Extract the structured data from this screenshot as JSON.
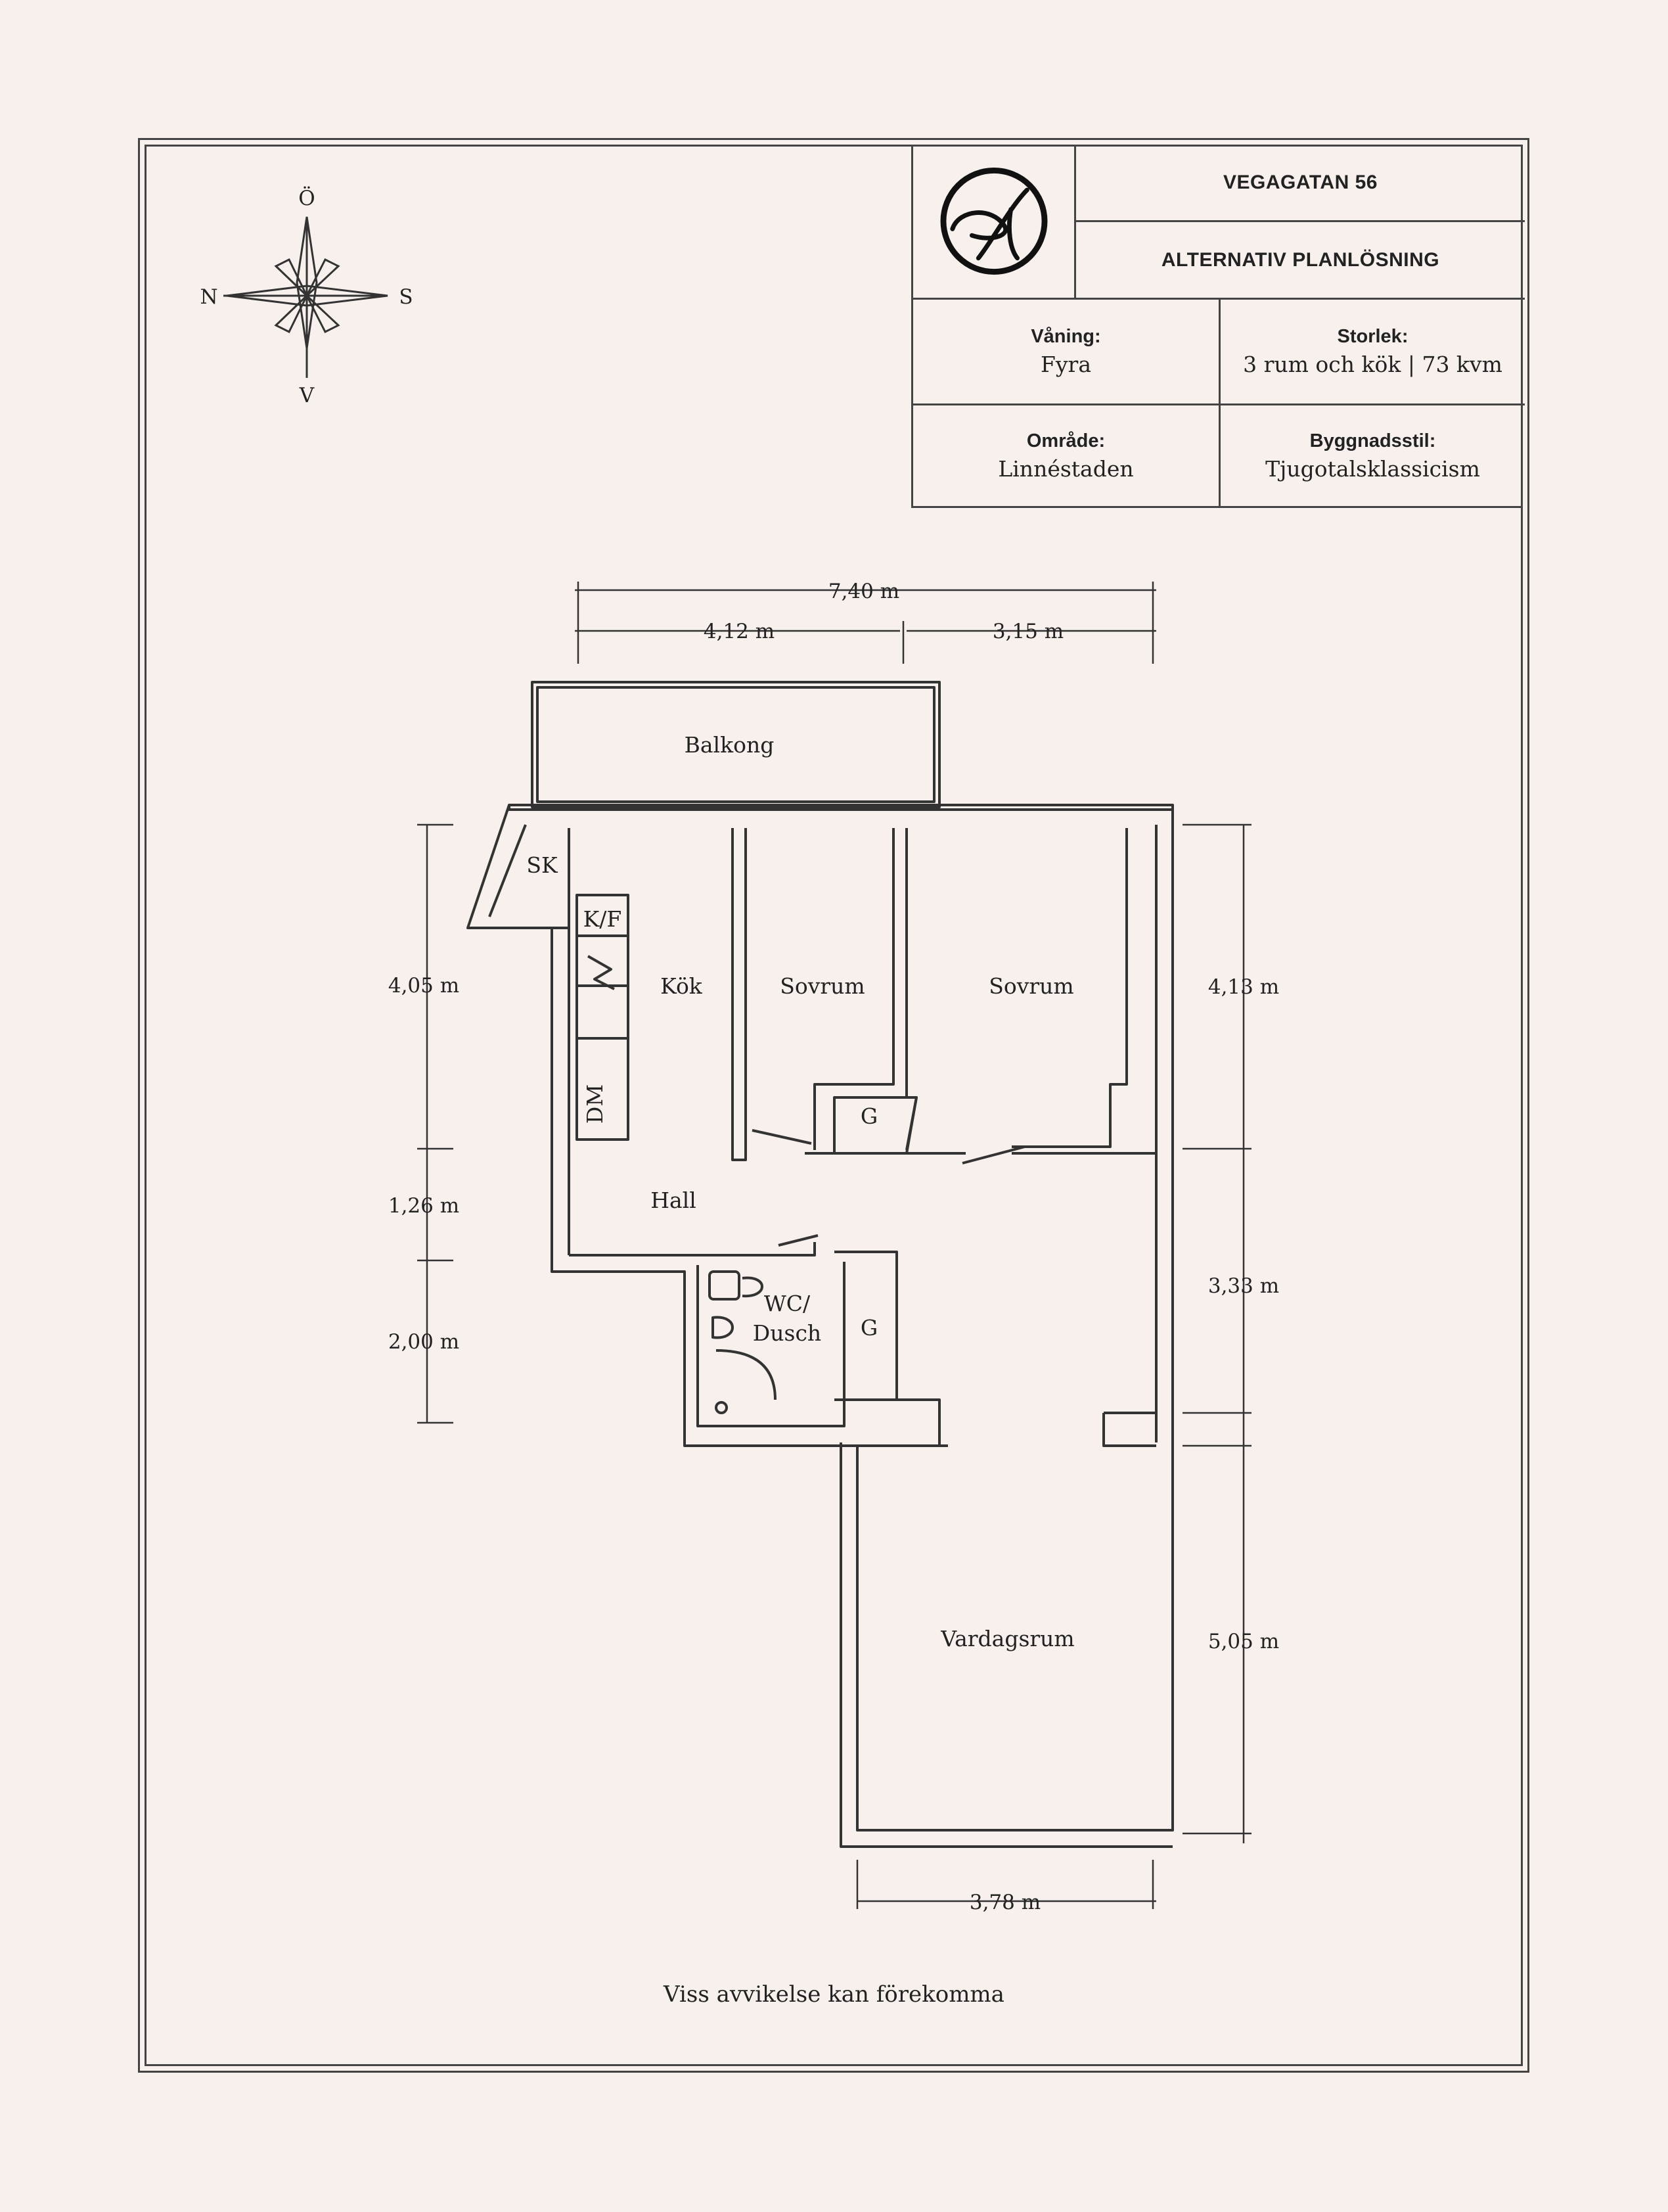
{
  "title_block": {
    "address": "VEGAGATAN 56",
    "subtitle": "ALTERNATIV PLANLÖSNING",
    "floor_label": "Våning:",
    "floor_value": "Fyra",
    "size_label": "Storlek:",
    "size_value": "3 rum och kök | 73 kvm",
    "area_label": "Område:",
    "area_value": "Linnéstaden",
    "style_label": "Byggnadsstil:",
    "style_value": "Tjugotalsklassicism"
  },
  "compass": {
    "north": "N",
    "east": "Ö",
    "south": "S",
    "west": "V"
  },
  "rooms": {
    "balcony": "Balkong",
    "closet_sk": "SK",
    "fridge": "K/F",
    "kitchen": "Kök",
    "dishwasher": "DM",
    "bedroom_1": "Sovrum",
    "bedroom_2": "Sovrum",
    "wardrobe_1": "G",
    "hall": "Hall",
    "bath_1": "WC/",
    "bath_2": "Dusch",
    "wardrobe_2": "G",
    "living": "Vardagsrum"
  },
  "dimensions": {
    "total_width": "7,40 m",
    "left_width": "4,12 m",
    "right_width": "3,15 m",
    "left_1": "4,05 m",
    "left_2": "1,26 m",
    "left_3": "2,00 m",
    "right_1": "4,13 m",
    "right_2": "3,33 m",
    "right_3": "5,05 m",
    "bottom": "3,78 m"
  },
  "note": "Viss avvikelse kan förekomma"
}
